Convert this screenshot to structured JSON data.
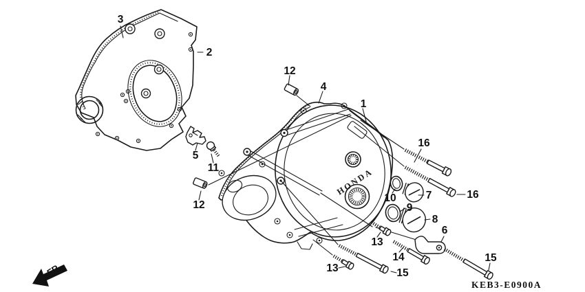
{
  "diagram": {
    "drawing_code": "KEB3-E0900A",
    "direction_label": "FR.",
    "brand_text": "HONDA",
    "background_color": "#ffffff",
    "line_color": "#1a1a1a",
    "callouts": [
      {
        "label": "3"
      },
      {
        "label": "2"
      },
      {
        "label": "12"
      },
      {
        "label": "4"
      },
      {
        "label": "1"
      },
      {
        "label": "16"
      },
      {
        "label": "16"
      },
      {
        "label": "5"
      },
      {
        "label": "11"
      },
      {
        "label": "12"
      },
      {
        "label": "10"
      },
      {
        "label": "7"
      },
      {
        "label": "9"
      },
      {
        "label": "8"
      },
      {
        "label": "6"
      },
      {
        "label": "13"
      },
      {
        "label": "14"
      },
      {
        "label": "13"
      },
      {
        "label": "15"
      },
      {
        "label": "15"
      }
    ]
  }
}
